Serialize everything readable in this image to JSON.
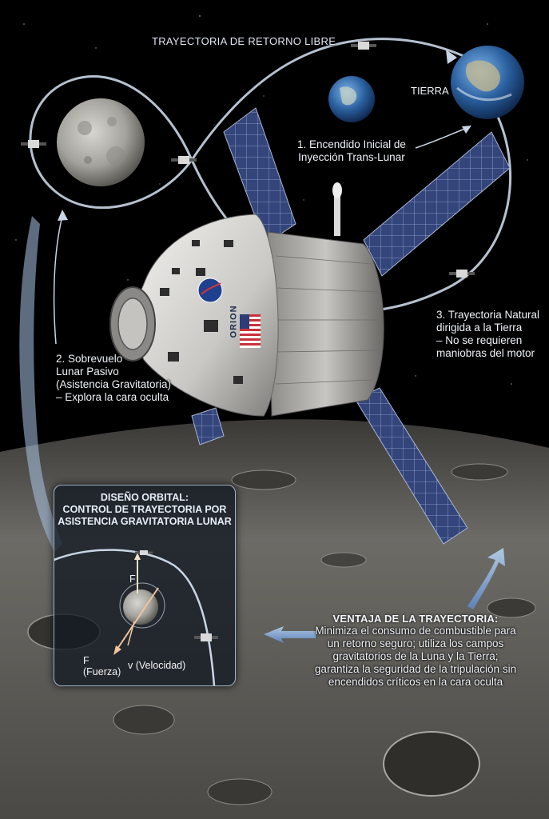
{
  "labels": {
    "trajectory_title": "TRAYECTORIA DE RETORNO LIBRE",
    "earth": "TIERRA",
    "step1": "1. Encendido Inicial de\nInyección Trans-Lunar",
    "step2": "2. Sobrevuelo\nLunar Pasivo\n(Asistencia Gravitatoria)\n– Explora la cara oculta",
    "step3": "3. Trayectoria Natural\ndirigida a la Tierra\n– No se requieren\nmaniobras del motor"
  },
  "spacecraft": {
    "name": "ORION"
  },
  "inset": {
    "title": "DISEÑO ORBITAL:\nCONTROL DE TRAYECTORIA POR\nASISTENCIA GRAVITATORIA LUNAR",
    "force_symbol": "F",
    "force_label": "F\n(Fuerza)",
    "velocity_label": "v (Velocidad)"
  },
  "advantage": {
    "title": "VENTAJA DE LA TRAYECTORIA:",
    "body": "Minimiza el consumo de combustible para\nun retorno seguro; utiliza los campos\ngravitatorios de la Luna y la Tierra;\ngarantiza la seguridad de la tripulación sin\nencendidos críticos en la cara oculta"
  },
  "colors": {
    "space": "#000000",
    "trajectory_line": "#c9d6e6",
    "earth_ocean": "#2a5f9e",
    "moon": "#9a9a94",
    "lunar_surface": "#6d6b66"
  }
}
